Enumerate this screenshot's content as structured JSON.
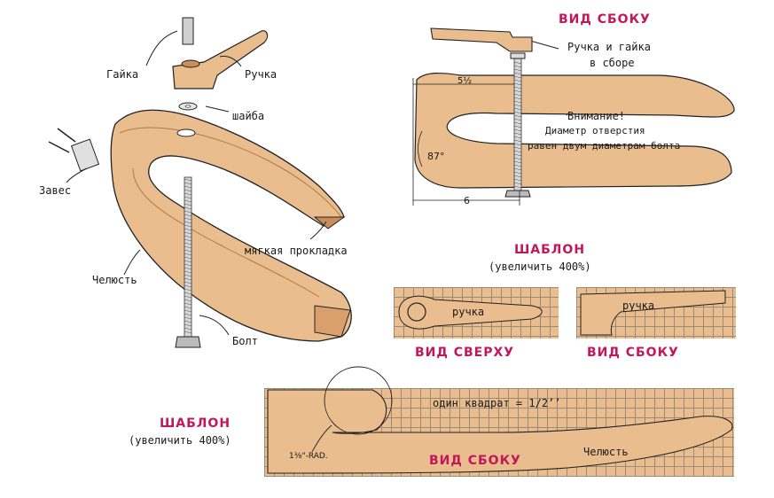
{
  "exploded": {
    "nut": "Гайка",
    "handle": "Ручка",
    "washer": "шайба",
    "hinge": "Завес",
    "pad": "мягкая прокладка",
    "jaw": "Челюсть",
    "bolt": "Болт"
  },
  "side_view": {
    "title": "ВИД СБОКУ",
    "handle_nut_line1": "Ручка и гайка",
    "handle_nut_line2": "в сборе",
    "warning": "Внимание!",
    "warning_line2": "Диаметр отверстия",
    "warning_line3": "равен двум диаметрам болта",
    "dim_top": "5½",
    "dim_angle": "87°",
    "dim_bottom": "6"
  },
  "handle_template": {
    "title": "ШАБЛОН",
    "subtitle": "(увеличить 400%)",
    "top_label": "ручка",
    "side_label": "ручка",
    "top_view": "ВИД СВЕРХУ",
    "side_view": "ВИД СБОКУ"
  },
  "jaw_template": {
    "title": "ШАБЛОН",
    "subtitle": "(увеличить 400%)",
    "scale": "один квадрат = 1/2’’",
    "radius": "1⅜\"-RAD.",
    "view": "ВИД СБОКУ",
    "jaw": "Челюсть"
  },
  "colors": {
    "wood": "#e9bd8d",
    "wood_dark": "#c98e5c",
    "title": "#c2185b"
  }
}
